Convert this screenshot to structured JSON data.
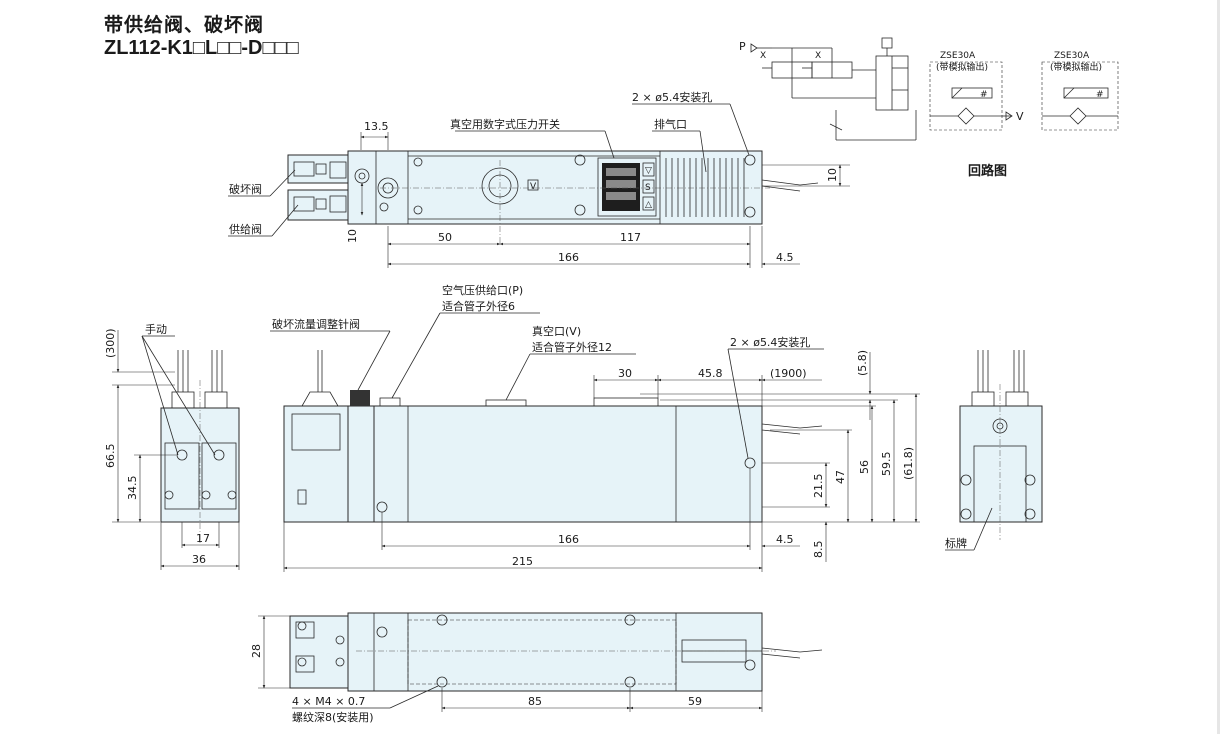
{
  "header": {
    "title_cn": "带供给阀、破坏阀",
    "model": "ZL112-K1□L□□-D□□□"
  },
  "top_view": {
    "switch_label": "真空用数字式压力开关",
    "exhaust_label": "排气口",
    "hole_label": "2 × ø5.4安装孔",
    "break_valve_label": "破坏阀",
    "supply_valve_label": "供给阀",
    "dims": {
      "d13_5": "13.5",
      "d10a": "10",
      "d10b": "10",
      "d50": "50",
      "d117": "117",
      "d166": "166",
      "d4_5": "4.5"
    },
    "switch_keys": [
      "▽",
      "S",
      "△"
    ],
    "v_mark": "V"
  },
  "circuit": {
    "p_label": "P",
    "v_label": "V",
    "x1": "X",
    "x2": "X",
    "sw1_name": "ZSE30A",
    "sw1_note": "(带模拟输出)",
    "sw2_name": "ZSE30A",
    "sw2_note": "(带模拟输出)",
    "caption": "回路图",
    "hash": "#"
  },
  "side_view": {
    "manual_label": "手动",
    "needle_label": "破坏流量调整针阀",
    "air_port_label": "空气压供给口(P)",
    "air_port_tube": "适合管子外径6",
    "vac_port_label": "真空口(V)",
    "vac_port_tube": "适合管子外径12",
    "hole_label": "2 × ø5.4安装孔",
    "dims": {
      "d300": "(300)",
      "d66_5": "66.5",
      "d34_5": "34.5",
      "d17": "17",
      "d36": "36",
      "d30": "30",
      "d45_8": "45.8",
      "d1900": "(1900)",
      "d5_8": "(5.8)",
      "d21_5": "21.5",
      "d47": "47",
      "d56": "56",
      "d59_5": "59.5",
      "d61_8": "(61.8)",
      "d166": "166",
      "d4_5": "4.5",
      "d8_5": "8.5",
      "d215": "215"
    }
  },
  "right_view": {
    "plate_label": "标牌"
  },
  "bottom_view": {
    "thread_label": "4 × M4 × 0.7",
    "thread_depth": "螺纹深8(安装用)",
    "dims": {
      "d28": "28",
      "d85": "85",
      "d59": "59"
    }
  }
}
